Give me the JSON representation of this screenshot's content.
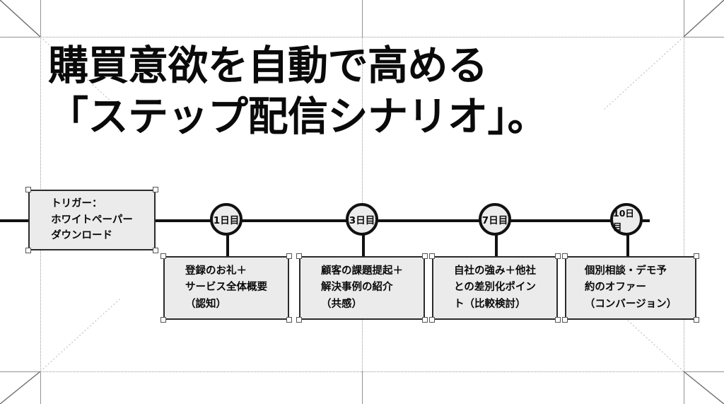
{
  "slide": {
    "title": "購買意欲を自動で高める\n「ステップ配信シナリオ」。",
    "background_color": "#ffffff",
    "accent_color": "#111111",
    "shape_fill": "#ebebeb",
    "shape_border": "#2b2b2b",
    "guide_color": "#8a8a8a"
  },
  "trigger": {
    "label": "トリガー：\nホワイトペーパー\nダウンロード"
  },
  "timeline": {
    "nodes": [
      {
        "label": "1日目"
      },
      {
        "label": "3日目"
      },
      {
        "label": "7日目"
      },
      {
        "label": "10日目"
      }
    ]
  },
  "steps": [
    {
      "label": "登録のお礼＋\nサービス全体概要\n（認知）"
    },
    {
      "label": "顧客の課題提起＋\n解決事例の紹介\n（共感）"
    },
    {
      "label": "自社の強み＋他社\nとの差別化ポイン\nト（比較検討）"
    },
    {
      "label": "個別相談・デモ予\n約のオファー\n（コンバージョン）"
    }
  ]
}
